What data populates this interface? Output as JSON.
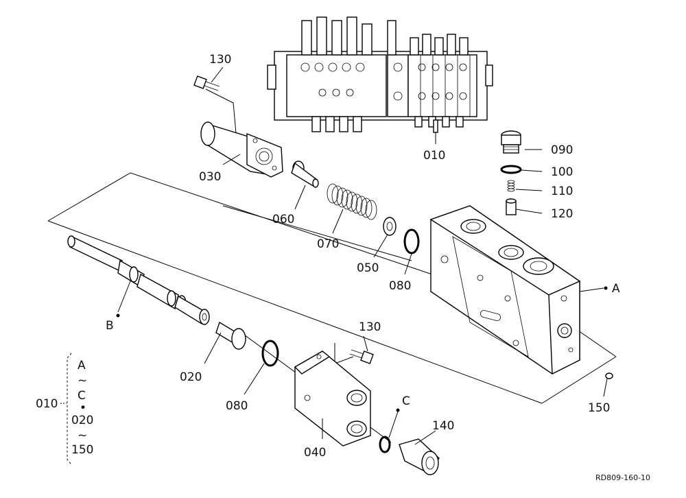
{
  "labels": {
    "p010_top": "010",
    "p020": "020",
    "p030": "030",
    "p040": "040",
    "p050": "050",
    "p060": "060",
    "p070": "070",
    "p080_a": "080",
    "p080_b": "080",
    "p090": "090",
    "p100": "100",
    "p110": "110",
    "p120": "120",
    "p130_a": "130",
    "p130_b": "130",
    "p140": "140",
    "p150": "150",
    "ref_a": "A",
    "ref_b": "B",
    "ref_c": "C"
  },
  "legend": {
    "assembly": "010",
    "line1": "A",
    "line2": "~",
    "line3": "C",
    "line4": "•",
    "line5": "020",
    "line6": "~",
    "line7": "150"
  },
  "drawing_code": "RD809-160-10"
}
